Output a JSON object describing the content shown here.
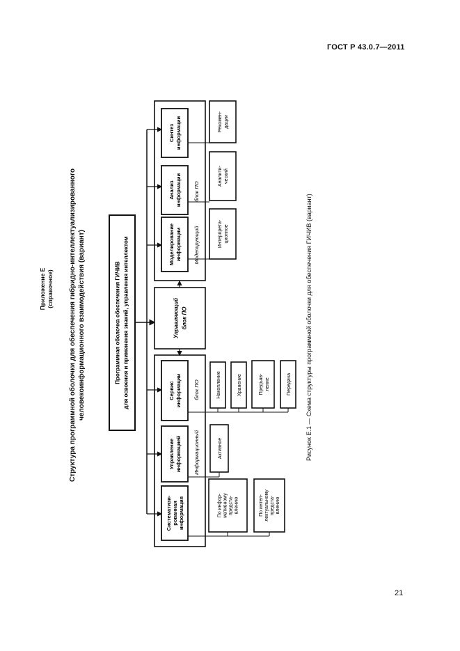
{
  "header": {
    "standard": "ГОСТ Р 43.0.7—2011"
  },
  "appendix": {
    "title": "Приложение Е",
    "note": "(справочное)"
  },
  "section_title": {
    "line1": "Структура программной оболочки для обеспечения гибридно-интеллектуализированного",
    "line2": "человекоинформационного взаимодействия (вариант)"
  },
  "diagram": {
    "top_box": {
      "line1": "Программная оболочка обеспечения ГИЧИВ",
      "line2": "для освоения и применения знаний, управления интеллектом"
    },
    "control_block": {
      "line1": "Управляющий",
      "line2": "блок ПО"
    },
    "left_group": {
      "label": "Информационный",
      "blocks": [
        {
          "lines": [
            "Систематизи-",
            "рованная",
            "информация"
          ]
        },
        {
          "lines": [
            "Управление",
            "информацией"
          ]
        },
        {
          "lines": [
            "Сервис",
            "информации"
          ]
        }
      ],
      "block_label": "блок ПО",
      "sub_a": [
        {
          "lines": [
            "По инфор-",
            "мативному",
            "предста-",
            "влению"
          ]
        },
        {
          "lines": [
            "По интел-",
            "лектуальному",
            "предста-",
            "влению"
          ]
        }
      ],
      "sub_b": {
        "lines": [
          "Активное"
        ]
      },
      "sub_c": [
        {
          "lines": [
            "Накопление"
          ]
        },
        {
          "lines": [
            "Хранение"
          ]
        },
        {
          "lines": [
            "Предъяв-",
            "ление"
          ]
        },
        {
          "lines": [
            "Передача"
          ]
        }
      ]
    },
    "right_group": {
      "label": "Моделирующий",
      "blocks": [
        {
          "lines": [
            "Моделирование",
            "информации"
          ]
        },
        {
          "lines": [
            "Анализ",
            "информации"
          ]
        },
        {
          "lines": [
            "Синтез",
            "информации"
          ]
        }
      ],
      "block_label": "блок ПО",
      "subs": [
        {
          "lines": [
            "Интерпрета-",
            "ционное"
          ]
        },
        {
          "lines": [
            "Аналити-",
            "ческий"
          ]
        },
        {
          "lines": [
            "Рекомен-",
            "дации"
          ]
        }
      ]
    }
  },
  "caption": "Рисунок Е.1 — Схема структуры программной оболочки для обеспечения ГИЧИВ (вариант)",
  "page_number": "21"
}
